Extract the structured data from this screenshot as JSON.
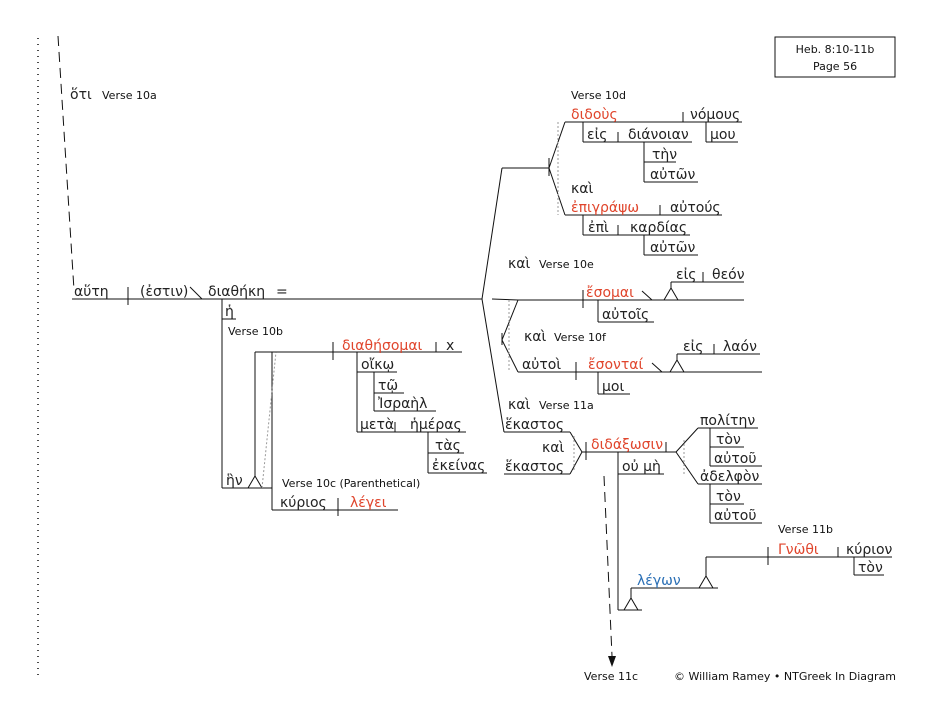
{
  "header": {
    "reference": "Heb. 8:10-11b",
    "page": "Page 56"
  },
  "footer": {
    "verse": "Verse 11c",
    "credit": "© William Ramey • NTGreek In Diagram"
  },
  "colors": {
    "verb": "#e0452c",
    "participle": "#2a6fb5",
    "text": "#222222"
  },
  "labels": {
    "v10a": "Verse 10a",
    "v10b": "Verse 10b",
    "v10c": "Verse 10c  (Parenthetical)",
    "v10d": "Verse 10d",
    "v10e": "Verse 10e",
    "v10f": "Verse 10f",
    "v11a": "Verse 11a",
    "v11b": "Verse 11b"
  },
  "words": {
    "hoti": "ὅτι",
    "haute": "αὕτη",
    "estin": "(ἐστιν)",
    "diatheke": "διαθήκη",
    "equals": "=",
    "he": "ἡ",
    "hen": "ἣν",
    "diathesomai": "διαθήσομαι",
    "x": "x",
    "oiko": "οἴκῳ",
    "to": "τῷ",
    "israel": "Ἰσραὴλ",
    "meta": "μετὰ",
    "hemeras": "ἡμέρας",
    "tas": "τὰς",
    "ekeinas": "ἐκείνας",
    "kyrios": "κύριος",
    "legei": "λέγει",
    "didous": "διδοὺς",
    "nomous": "νόμους",
    "eis1": "εἰς",
    "dianoian": "διάνοιαν",
    "mou": "μου",
    "ten": "τὴν",
    "auton1": "αὐτῶν",
    "kai1": "καὶ",
    "epigrapho": "ἐπιγράψω",
    "autous": "αὐτούς",
    "epi": "ἐπὶ",
    "kardias": "καρδίας",
    "auton2": "αὐτῶν",
    "kai2": "καὶ",
    "esomai": "ἔσομαι",
    "autois": "αὐτοῖς",
    "eis2": "εἰς",
    "theon": "θεόν",
    "kai3": "καὶ",
    "autoi": "αὐτοὶ",
    "esontai": "ἔσονταί",
    "moi": "μοι",
    "eis3": "εἰς",
    "laon": "λαόν",
    "kai4": "καὶ",
    "hekastos1": "ἕκαστος",
    "kai5": "καὶ",
    "hekastos2": "ἕκαστος",
    "didaxosin": "διδάξωσιν",
    "ou_me": "οὐ μὴ",
    "politen": "πολίτην",
    "ton1": "τὸν",
    "autou1": "αὐτοῦ",
    "adelphon": "ἀδελφὸν",
    "ton2": "τὸν",
    "autou2": "αὐτοῦ",
    "legon": "λέγων",
    "gnothi": "Γνῶθι",
    "kyrion": "κύριον",
    "ton3": "τὸν"
  }
}
